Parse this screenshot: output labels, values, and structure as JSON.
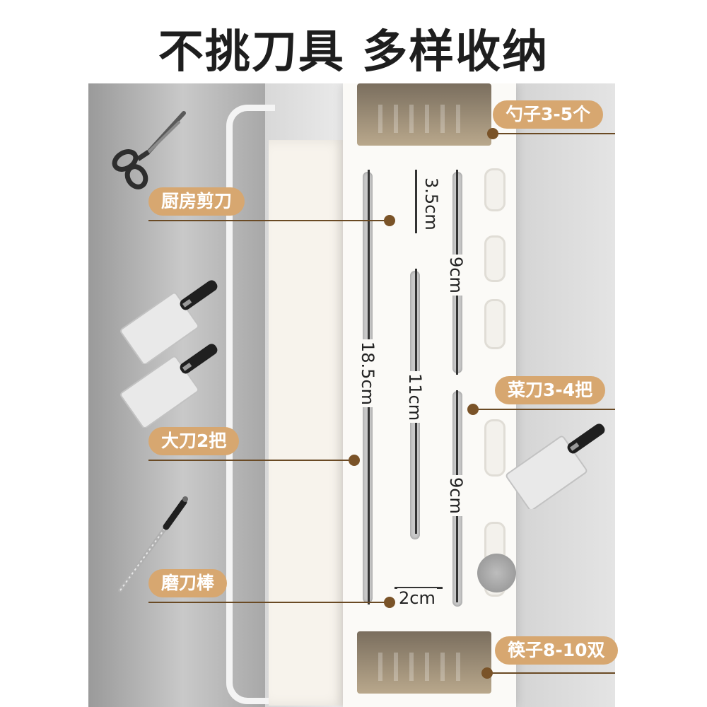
{
  "title": "不挑刀具 多样收纳",
  "callouts": {
    "spoons": "勺子3-5个",
    "scissors": "厨房剪刀",
    "cleavers": "菜刀3-4把",
    "big_knives": "大刀2把",
    "sharpener": "磨刀棒",
    "chopsticks": "筷子8-10双"
  },
  "dimensions": {
    "notch": "3.5cm",
    "upper_slot": "9cm",
    "tall_slot": "18.5cm",
    "middle_slot": "11cm",
    "lower_slot": "9cm",
    "round_hole": "2cm"
  },
  "colors": {
    "tag_bg": "#d7a770",
    "leader": "#6a4a24",
    "title": "#1e1e1e"
  },
  "icons": [
    "scissors-icon",
    "cleaver-icon",
    "sharpening-rod-icon",
    "cup-holder-icon"
  ]
}
